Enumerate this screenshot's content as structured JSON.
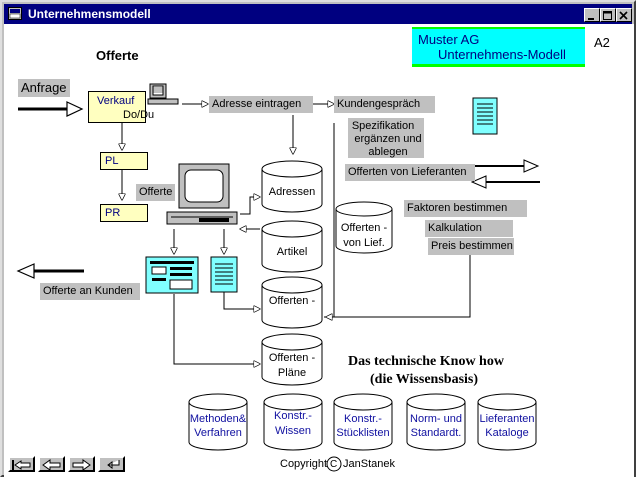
{
  "window": {
    "title": "Unternehmensmodell"
  },
  "header": {
    "line1": "Muster AG",
    "line2": "Unternehmens-Modell",
    "page_code": "A2"
  },
  "diagram": {
    "offerte_title": "Offerte",
    "anfrage": "Anfrage",
    "verkauf": "Verkauf",
    "dodu": "Do/Du",
    "pl": "PL",
    "pr": "PR",
    "offerte_side": "Offerte",
    "adresse_eintragen": "Adresse eintragen",
    "kundengespraech": "Kundengespräch",
    "spezifikation": [
      "Spezifikation",
      "ergänzen und",
      "ablegen"
    ],
    "offerten_lieferanten": "Offerten von Lieferanten",
    "faktoren": "Faktoren bestimmen",
    "kalkulation": "Kalkulation",
    "preis": "Preis bestimmen",
    "offerte_an_kunden": "Offerte an Kunden",
    "db_adressen": "Adressen",
    "db_artikel": "Artikel",
    "db_offerten": "Offerten -",
    "db_offerten_plaene": [
      "Offerten -",
      "Pläne"
    ],
    "db_offerten_lief": [
      "Offerten -",
      "von Lief."
    ]
  },
  "knowhow": {
    "title_line1": "Das technische Know how",
    "title_line2": "(die Wissensbasis)",
    "bases": [
      [
        "Methoden&",
        "Verfahren"
      ],
      [
        "Konstr.-",
        "Wissen"
      ],
      [
        "Konstr.-",
        "Stücklisten"
      ],
      [
        "Norm- und",
        "Standardt."
      ],
      [
        "Lieferanten",
        "Kataloge"
      ]
    ]
  },
  "footer": {
    "copyright_prefix": "Copyright",
    "copyright_symbol": "C",
    "copyright_author": "JanStanek"
  },
  "colors": {
    "titlebar": "#000080",
    "header_box": "#00ffff",
    "header_rule": "#00ff00",
    "knowhow_text": "#1010a0"
  }
}
